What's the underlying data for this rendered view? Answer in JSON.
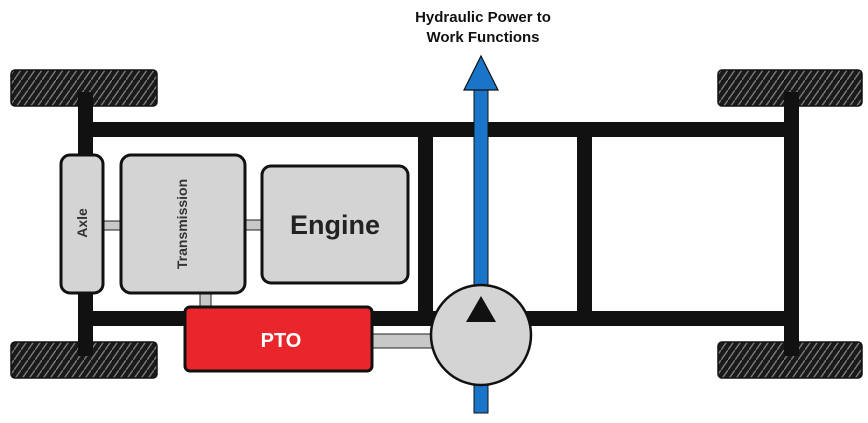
{
  "title": {
    "line1": "Hydraulic Power to",
    "line2": "Work Functions"
  },
  "components": {
    "axle": "Axle",
    "transmission": "Transmission",
    "engine": "Engine",
    "pto": "PTO"
  },
  "colors": {
    "frame": "#111111",
    "component_fill": "#d4d4d4",
    "pto_fill": "#e8262b",
    "hydraulic_arrow": "#1a75c9",
    "shaft": "#c8c8c8",
    "pump_fill": "#d4d4d4"
  }
}
